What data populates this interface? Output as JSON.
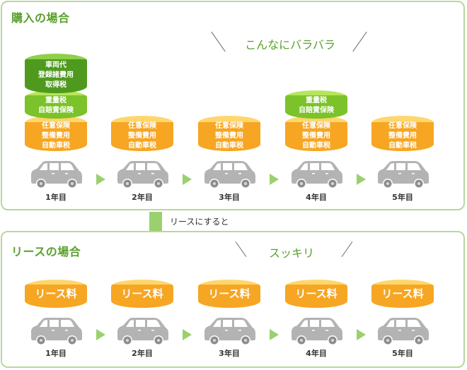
{
  "purchase": {
    "title": "購入の場合",
    "slogan": "こんなにバラバラ",
    "years": [
      {
        "label": "1年目",
        "stacks": [
          [
            "任意保険",
            "整備費用",
            "自動車税"
          ],
          [
            "重量税",
            "自賠責保険"
          ],
          [
            "車両代",
            "登録諸費用",
            "取得税"
          ]
        ]
      },
      {
        "label": "2年目",
        "stacks": [
          [
            "任意保険",
            "整備費用",
            "自動車税"
          ]
        ]
      },
      {
        "label": "3年目",
        "stacks": [
          [
            "任意保険",
            "整備費用",
            "自動車税"
          ]
        ]
      },
      {
        "label": "4年目",
        "stacks": [
          [
            "任意保険",
            "整備費用",
            "自動車税"
          ],
          [
            "重量税",
            "自賠責保険"
          ]
        ]
      },
      {
        "label": "5年目",
        "stacks": [
          [
            "任意保険",
            "整備費用",
            "自動車税"
          ]
        ]
      }
    ]
  },
  "transition_label": "リースにすると",
  "lease": {
    "title": "リースの場合",
    "slogan": "スッキリ",
    "item_label": "リース料",
    "years": [
      "1年目",
      "2年目",
      "3年目",
      "4年目",
      "5年目"
    ]
  },
  "colors": {
    "panel_border": "#b9d79a",
    "title_green": "#5aa02c",
    "coin_orange": "#f6a623",
    "coin_light_green": "#7cc22a",
    "coin_dark_green": "#4f9a1e",
    "car_gray": "#b3b3b3",
    "arrow_green": "#9bd06e"
  }
}
